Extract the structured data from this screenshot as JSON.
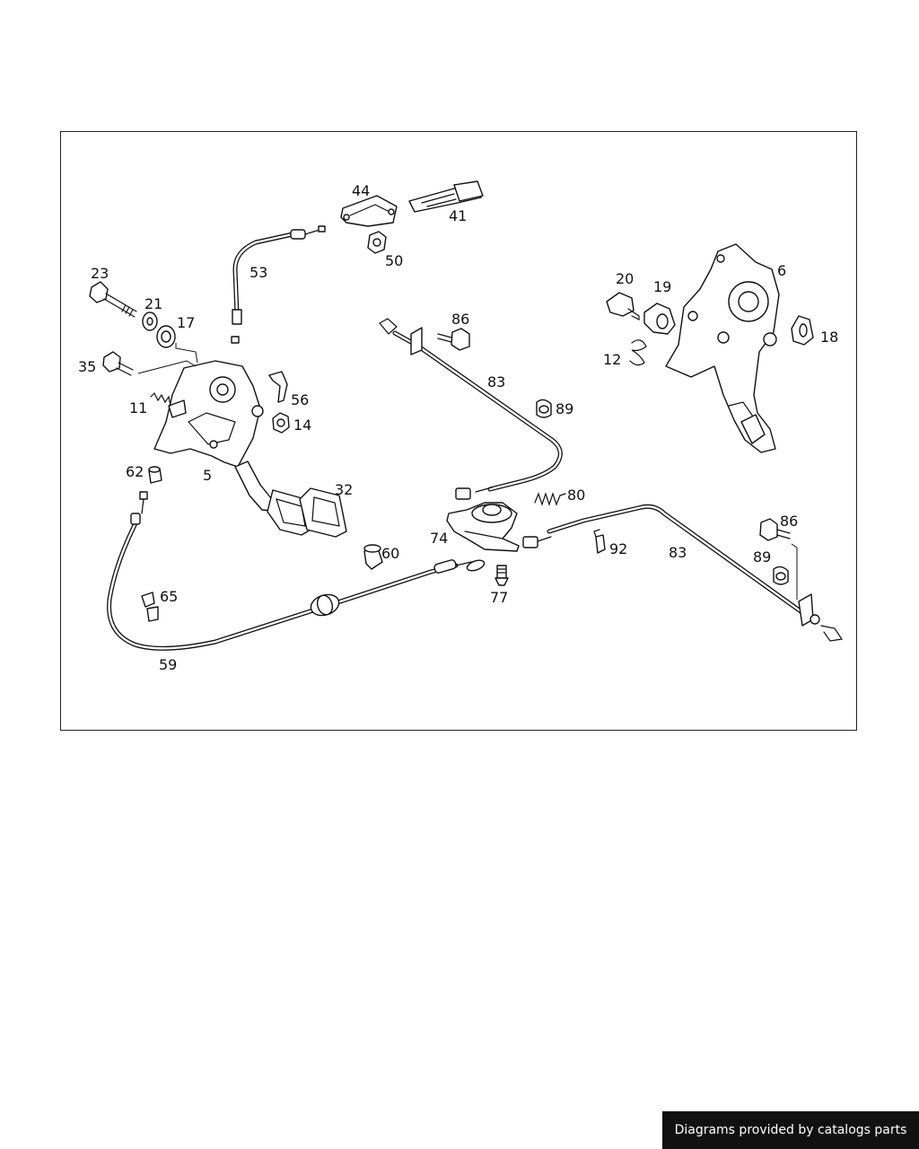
{
  "diagram": {
    "callouts": {
      "p23": "23",
      "p21": "21",
      "p17": "17",
      "p35": "35",
      "p11": "11",
      "p56": "56",
      "p14": "14",
      "p5": "5",
      "p62": "62",
      "p32": "32",
      "p53": "53",
      "p44": "44",
      "p41": "41",
      "p50": "50",
      "p86a": "86",
      "p83a": "83",
      "p89a": "89",
      "p80": "80",
      "p74": "74",
      "p60": "60",
      "p77": "77",
      "p92": "92",
      "p83b": "83",
      "p86b": "86",
      "p89b": "89",
      "p65": "65",
      "p59": "59",
      "p20": "20",
      "p19": "19",
      "p6": "6",
      "p18": "18",
      "p12": "12"
    }
  },
  "footer": {
    "credit": "Diagrams provided by catalogs parts"
  }
}
